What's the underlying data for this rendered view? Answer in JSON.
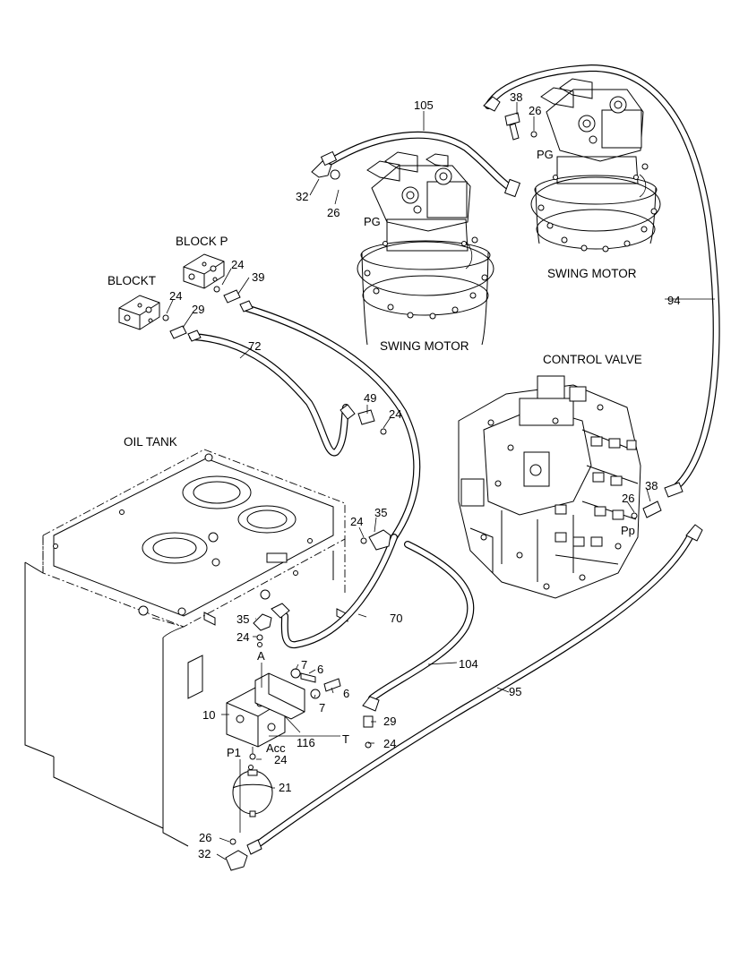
{
  "titles": {
    "block_p": "BLOCK P",
    "block_t": "BLOCKT",
    "oil_tank": "OIL TANK",
    "swing_motor_left": "SWING MOTOR",
    "swing_motor_right": "SWING MOTOR",
    "control_valve": "CONTROL VALVE"
  },
  "callouts": {
    "n105": "105",
    "n38_top": "38",
    "n26_top": "26",
    "pg_right": "PG",
    "n32_top": "32",
    "n26_mid": "26",
    "pg_left": "PG",
    "n24_bp": "24",
    "n39": "39",
    "n24_bt": "24",
    "n29_top": "29",
    "n72": "72",
    "n94": "94",
    "n49": "49",
    "n24_49": "24",
    "n38_right": "38",
    "n26_right": "26",
    "pp": "Pp",
    "n24_35": "24",
    "n35_top": "35",
    "n70": "70",
    "n35_low": "35",
    "n24_low": "24",
    "port_a": "A",
    "n7_a": "7",
    "n6_a": "6",
    "n7_b": "7",
    "n6_b": "6",
    "n104": "104",
    "n95": "95",
    "n10": "10",
    "n29_low": "29",
    "port_t": "T",
    "n116": "116",
    "acc": "Acc",
    "n24_t": "24",
    "p1": "P1",
    "n24_acc": "24",
    "n21": "21",
    "n26_low": "26",
    "n32_low": "32"
  }
}
